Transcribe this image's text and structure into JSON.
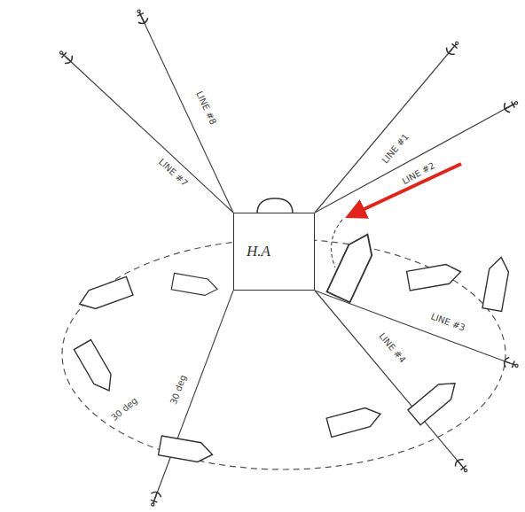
{
  "diagram": {
    "nodes": [
      {
        "text": [
          "H.A"
        ]
      }
    ],
    "labels": [
      "LINE #7",
      "LINE #8",
      "LINE #1",
      "LINE #2",
      "LINE #3",
      "LINE #4",
      "30 deg",
      "30 deg"
    ]
  }
}
